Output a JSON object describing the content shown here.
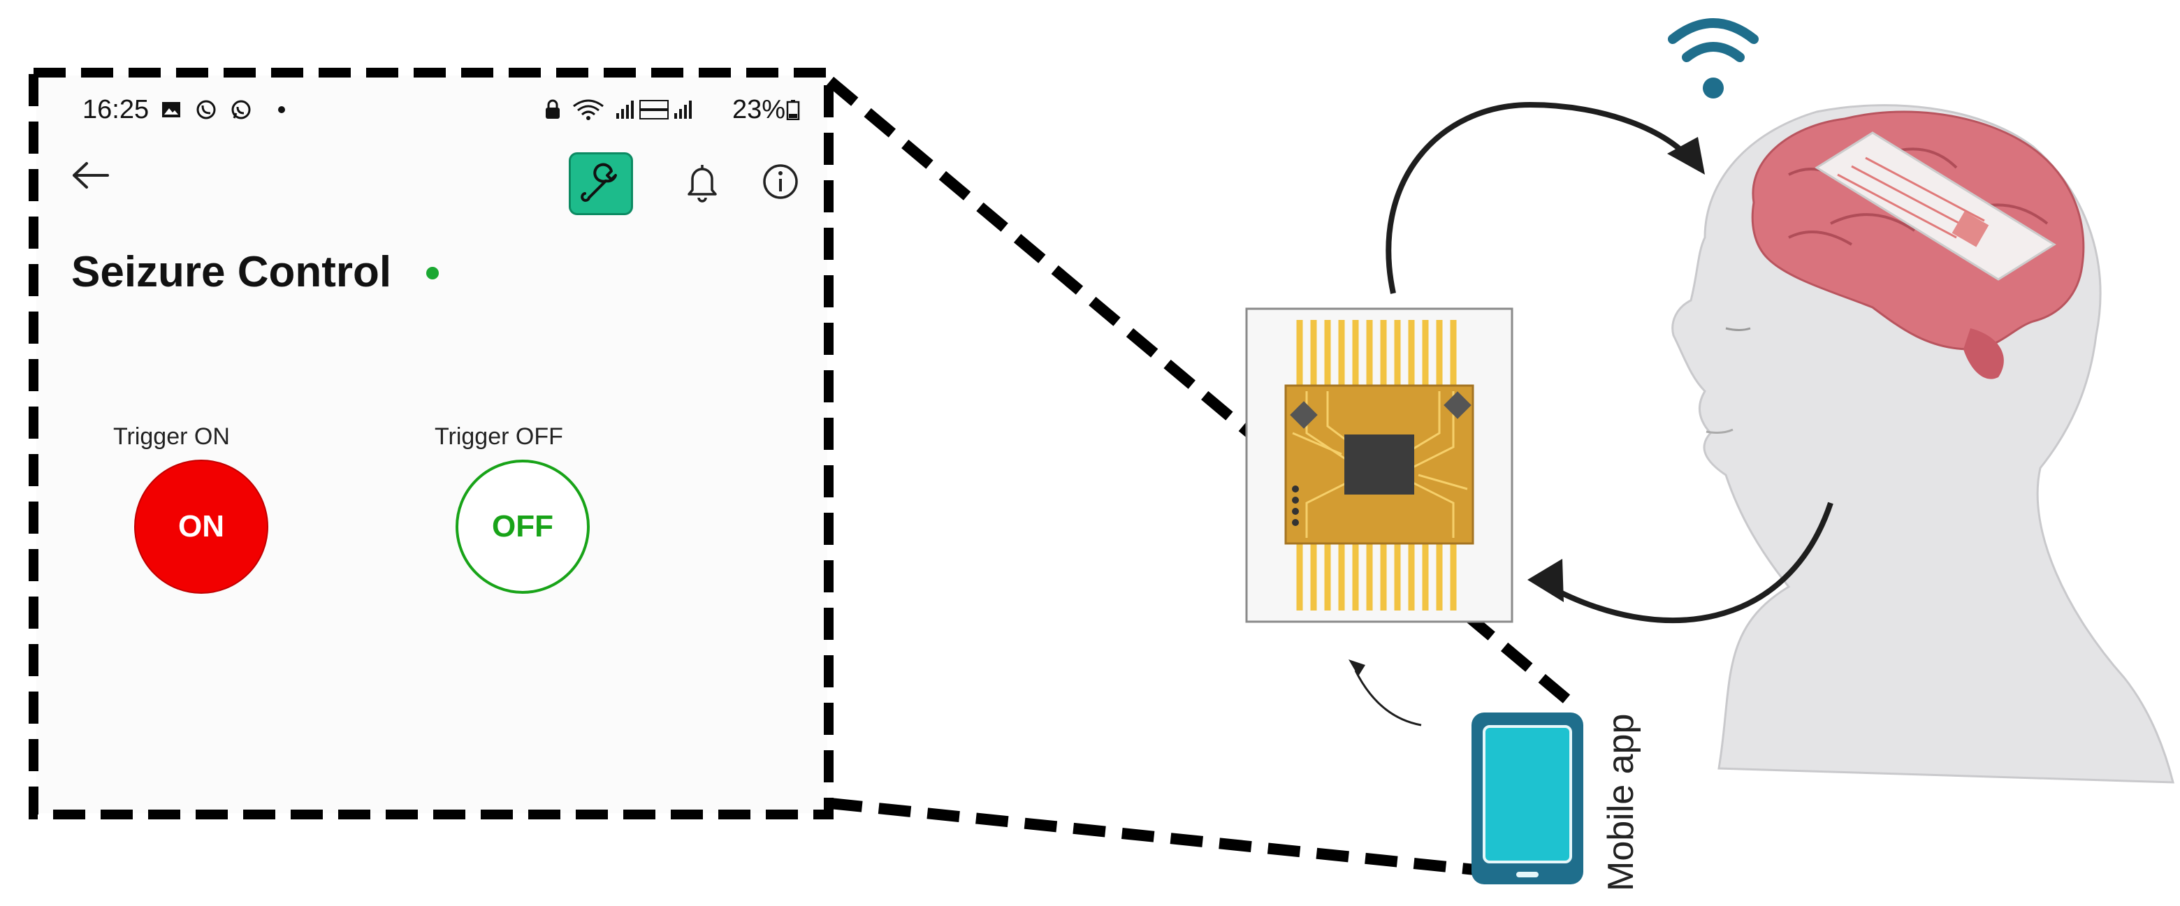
{
  "phone": {
    "status_time": "16:25",
    "status_battery": "23%",
    "title": "Seizure Control",
    "trigger_on_label": "Trigger ON",
    "trigger_off_label": "Trigger OFF",
    "on_button": "ON",
    "off_button": "OFF",
    "accent": "#1dbb8b",
    "on_color": "#f20000",
    "off_color": "#18a318"
  },
  "diagram": {
    "mobile_label": "Mobile app",
    "link_color": "#1f6e8c",
    "device": "flexible-electronics-chip",
    "head": "human-head-with-brain-implant"
  }
}
